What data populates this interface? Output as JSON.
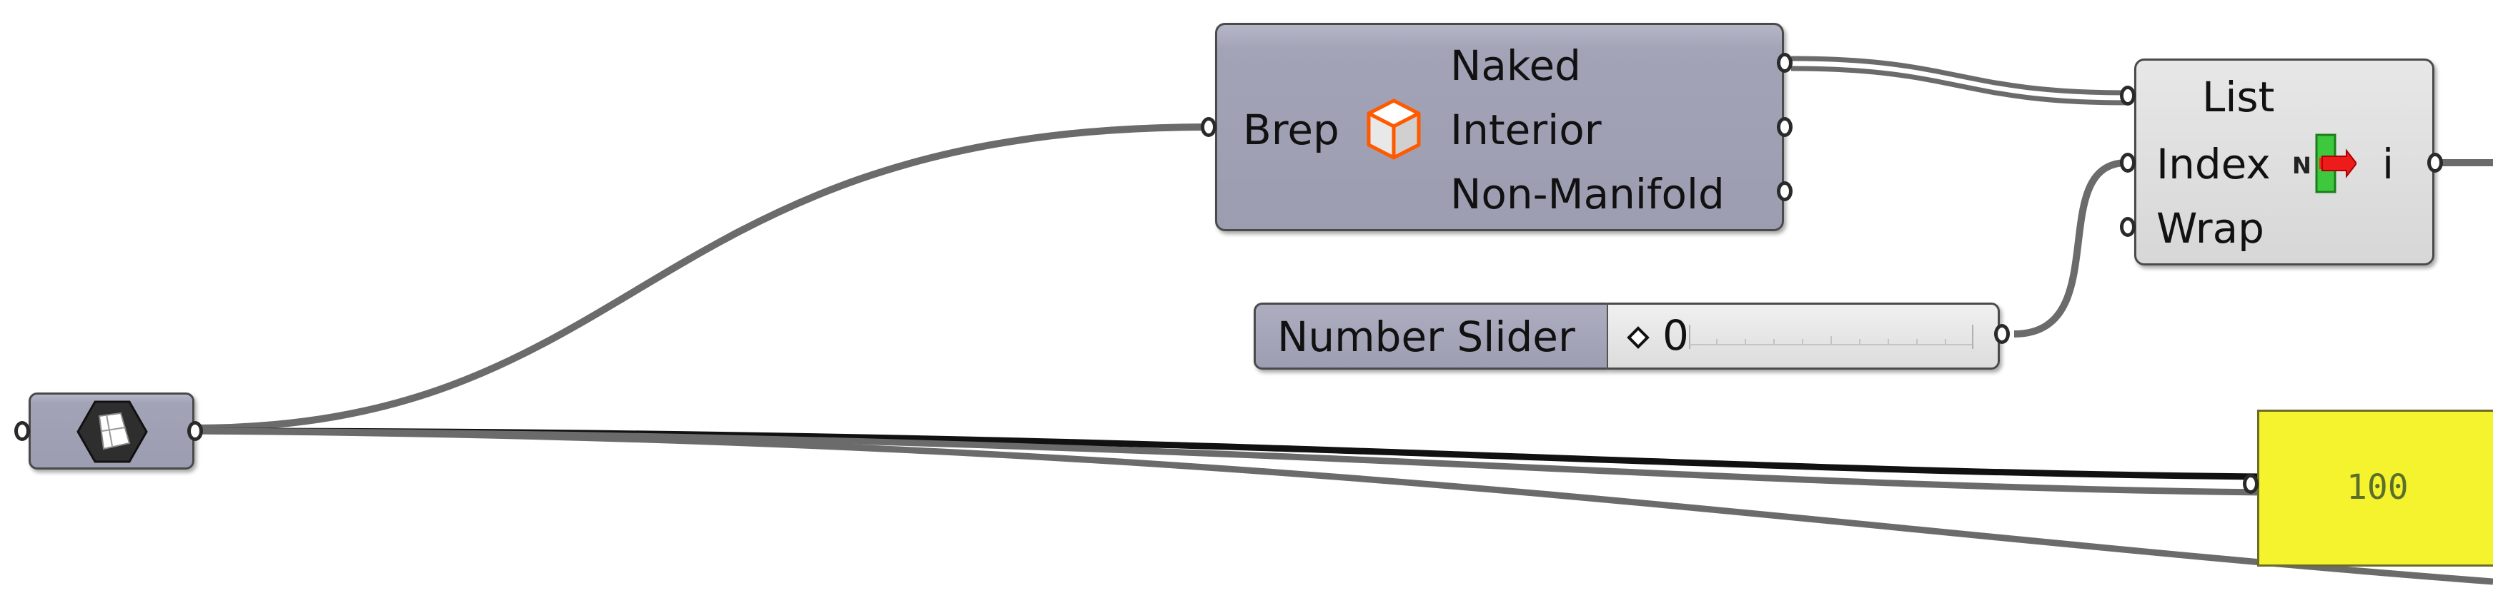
{
  "canvas": {
    "background": "#ffffff"
  },
  "brep_edges": {
    "input_label": "Brep",
    "outputs": [
      "Naked",
      "Interior",
      "Non-Manifold"
    ],
    "icon": "brep-edges-icon"
  },
  "list_item": {
    "inputs": [
      "List",
      "Index",
      "Wrap"
    ],
    "output": "i",
    "icon": "list-item-icon"
  },
  "number_slider": {
    "name": "Number Slider",
    "value": "0",
    "value_fraction": 0.0
  },
  "param_node": {
    "icon": "surface-param-icon"
  },
  "panel": {
    "value": "100",
    "color": "#f4f32e"
  },
  "colors": {
    "wire": "#6e6e6e",
    "wire_selected": "#111111",
    "component": "#a3a3b7"
  }
}
